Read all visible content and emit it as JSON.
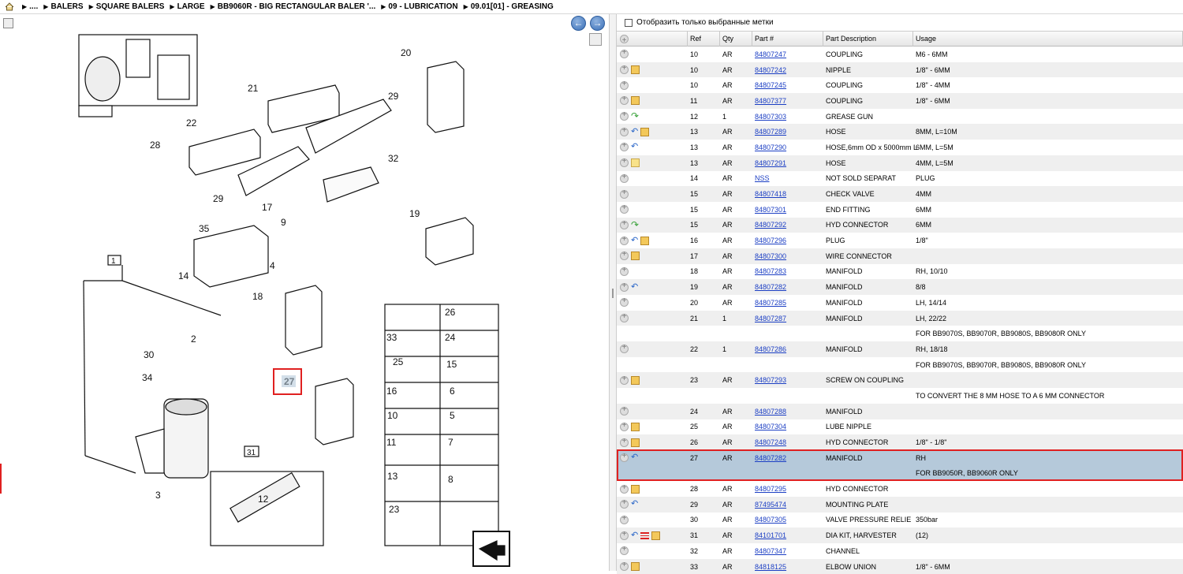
{
  "breadcrumb": {
    "items": [
      "....",
      "BALERS",
      "SQUARE BALERS",
      "LARGE",
      "BB9060R - BIG RECTANGULAR BALER '...",
      "09 - LUBRICATION",
      "09.01[01] - GREASING"
    ]
  },
  "nav": {
    "back_symbol": "←",
    "forward_symbol": "→"
  },
  "diagram": {
    "callouts": [
      "20",
      "21",
      "29",
      "22",
      "28",
      "32",
      "29",
      "17",
      "9",
      "19",
      "35",
      "4",
      "1",
      "14",
      "18",
      "26",
      "33",
      "24",
      "25",
      "15",
      "2",
      "30",
      "16",
      "6",
      "34",
      "27",
      "10",
      "5",
      "11",
      "7",
      "31",
      "13",
      "8",
      "12",
      "3",
      "23"
    ],
    "highlighted_callout": "27"
  },
  "parts": {
    "filter_label": "Отобразить только выбранные метки",
    "columns": [
      "Ref",
      "Qty",
      "Part #",
      "Part Description",
      "Usage"
    ],
    "rows": [
      {
        "icons": [
          "add"
        ],
        "ref": "10",
        "qty": "AR",
        "part": "84807247",
        "desc": "COUPLING",
        "usage": "M6 - 6MM"
      },
      {
        "icons": [
          "add",
          "box"
        ],
        "ref": "10",
        "qty": "AR",
        "part": "84807242",
        "desc": "NIPPLE",
        "usage": "1/8\" - 6MM"
      },
      {
        "icons": [
          "add"
        ],
        "ref": "10",
        "qty": "AR",
        "part": "84807245",
        "desc": "COUPLING",
        "usage": "1/8\" - 4MM"
      },
      {
        "icons": [
          "add",
          "box"
        ],
        "ref": "11",
        "qty": "AR",
        "part": "84807377",
        "desc": "COUPLING",
        "usage": "1/8\" - 6MM"
      },
      {
        "icons": [
          "add",
          "fwd"
        ],
        "ref": "12",
        "qty": "1",
        "part": "84807303",
        "desc": "GREASE GUN",
        "usage": ""
      },
      {
        "icons": [
          "add",
          "back",
          "box"
        ],
        "ref": "13",
        "qty": "AR",
        "part": "84807289",
        "desc": "HOSE",
        "usage": "8MM, L=10M"
      },
      {
        "icons": [
          "add",
          "back"
        ],
        "ref": "13",
        "qty": "AR",
        "part": "84807290",
        "desc": "HOSE,6mm OD x 5000mm L",
        "usage": "6MM, L=5M"
      },
      {
        "icons": [
          "add",
          "note"
        ],
        "ref": "13",
        "qty": "AR",
        "part": "84807291",
        "desc": "HOSE",
        "usage": "4MM, L=5M"
      },
      {
        "icons": [
          "add"
        ],
        "ref": "14",
        "qty": "AR",
        "part": "NSS",
        "desc": "NOT SOLD SEPARAT",
        "usage": "PLUG"
      },
      {
        "icons": [
          "add"
        ],
        "ref": "15",
        "qty": "AR",
        "part": "84807418",
        "desc": "CHECK VALVE",
        "usage": "4MM"
      },
      {
        "icons": [
          "add"
        ],
        "ref": "15",
        "qty": "AR",
        "part": "84807301",
        "desc": "END FITTING",
        "usage": "6MM"
      },
      {
        "icons": [
          "add",
          "fwd"
        ],
        "ref": "15",
        "qty": "AR",
        "part": "84807292",
        "desc": "HYD CONNECTOR",
        "usage": "6MM"
      },
      {
        "icons": [
          "add",
          "back",
          "box"
        ],
        "ref": "16",
        "qty": "AR",
        "part": "84807296",
        "desc": "PLUG",
        "usage": "1/8\""
      },
      {
        "icons": [
          "add",
          "box"
        ],
        "ref": "17",
        "qty": "AR",
        "part": "84807300",
        "desc": "WIRE CONNECTOR",
        "usage": ""
      },
      {
        "icons": [
          "add"
        ],
        "ref": "18",
        "qty": "AR",
        "part": "84807283",
        "desc": "MANIFOLD",
        "usage": "RH, 10/10"
      },
      {
        "icons": [
          "add",
          "back"
        ],
        "ref": "19",
        "qty": "AR",
        "part": "84807282",
        "desc": "MANIFOLD",
        "usage": "8/8"
      },
      {
        "icons": [
          "add"
        ],
        "ref": "20",
        "qty": "AR",
        "part": "84807285",
        "desc": "MANIFOLD",
        "usage": "LH, 14/14"
      },
      {
        "icons": [
          "add"
        ],
        "ref": "21",
        "qty": "1",
        "part": "84807287",
        "desc": "MANIFOLD",
        "usage": "LH, 22/22"
      },
      {
        "icons": [],
        "ref": "",
        "qty": "",
        "part": "",
        "desc": "",
        "usage": "FOR BB9070S, BB9070R, BB9080S, BB9080R ONLY"
      },
      {
        "icons": [
          "add"
        ],
        "ref": "22",
        "qty": "1",
        "part": "84807286",
        "desc": "MANIFOLD",
        "usage": "RH, 18/18"
      },
      {
        "icons": [],
        "ref": "",
        "qty": "",
        "part": "",
        "desc": "",
        "usage": "FOR BB9070S, BB9070R, BB9080S, BB9080R ONLY"
      },
      {
        "icons": [
          "add",
          "box"
        ],
        "ref": "23",
        "qty": "AR",
        "part": "84807293",
        "desc": "SCREW ON COUPLING",
        "usage": ""
      },
      {
        "icons": [],
        "ref": "",
        "qty": "",
        "part": "",
        "desc": "",
        "usage": "TO CONVERT THE 8 MM HOSE TO A 6 MM CONNECTOR"
      },
      {
        "icons": [
          "add"
        ],
        "ref": "24",
        "qty": "AR",
        "part": "84807288",
        "desc": "MANIFOLD",
        "usage": ""
      },
      {
        "icons": [
          "add",
          "box"
        ],
        "ref": "25",
        "qty": "AR",
        "part": "84807304",
        "desc": "LUBE NIPPLE",
        "usage": ""
      },
      {
        "icons": [
          "add",
          "box"
        ],
        "ref": "26",
        "qty": "AR",
        "part": "84807248",
        "desc": "HYD CONNECTOR",
        "usage": "1/8\" - 1/8\""
      },
      {
        "icons": [
          "add",
          "back"
        ],
        "ref": "27",
        "qty": "AR",
        "part": "84807282",
        "desc": "MANIFOLD",
        "usage": "RH",
        "selected": true
      },
      {
        "icons": [],
        "ref": "",
        "qty": "",
        "part": "",
        "desc": "",
        "usage": "FOR BB9050R, BB9060R ONLY",
        "selected": true
      },
      {
        "icons": [
          "add",
          "box"
        ],
        "ref": "28",
        "qty": "AR",
        "part": "84807295",
        "desc": "HYD CONNECTOR",
        "usage": ""
      },
      {
        "icons": [
          "add",
          "back"
        ],
        "ref": "29",
        "qty": "AR",
        "part": "87495474",
        "desc": "MOUNTING PLATE",
        "usage": ""
      },
      {
        "icons": [
          "add"
        ],
        "ref": "30",
        "qty": "AR",
        "part": "84807305",
        "desc": "VALVE PRESSURE RELIE",
        "usage": "350bar"
      },
      {
        "icons": [
          "add",
          "back",
          "list",
          "box"
        ],
        "ref": "31",
        "qty": "AR",
        "part": "84101701",
        "desc": "DIA KIT, HARVESTER",
        "usage": "(12)"
      },
      {
        "icons": [
          "add"
        ],
        "ref": "32",
        "qty": "AR",
        "part": "84807347",
        "desc": "CHANNEL",
        "usage": ""
      },
      {
        "icons": [
          "add",
          "box"
        ],
        "ref": "33",
        "qty": "AR",
        "part": "84818125",
        "desc": "ELBOW UNION",
        "usage": "1/8\" - 6MM"
      }
    ]
  }
}
